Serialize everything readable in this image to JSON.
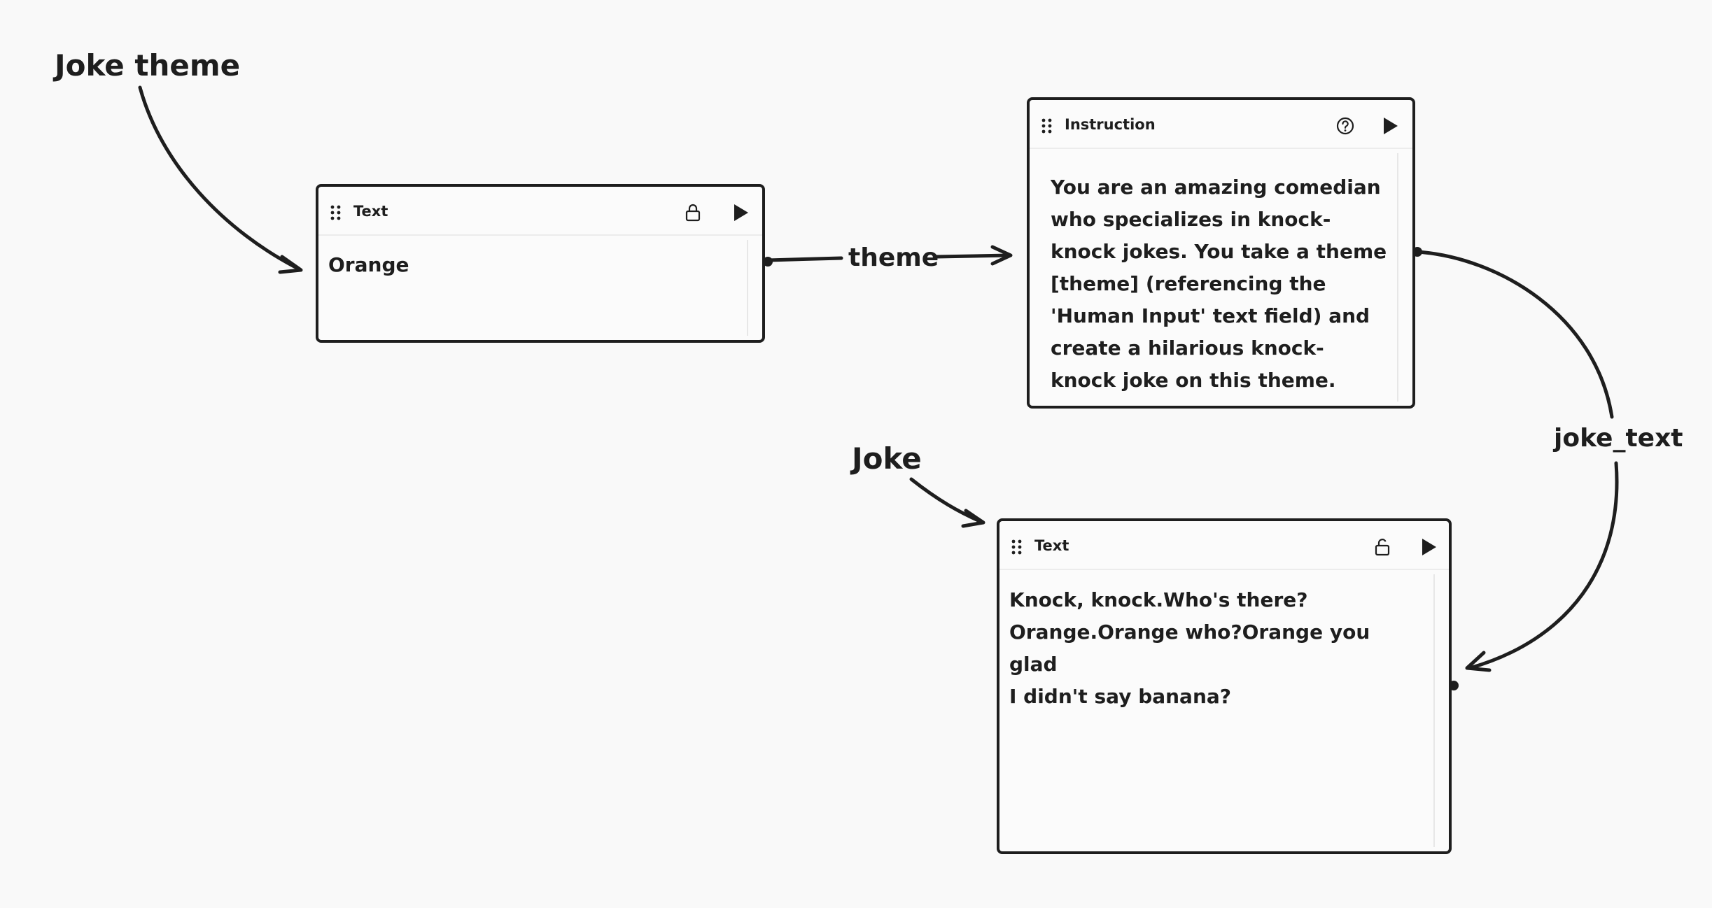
{
  "annotations": {
    "joke_theme": "Joke theme",
    "joke": "Joke"
  },
  "nodes": {
    "text_input": {
      "title": "Text",
      "content": "Orange"
    },
    "instruction": {
      "title": "Instruction",
      "content": "You are an amazing comedian\nwho specializes in knock-\nknock jokes. You take a theme\n[theme] (referencing the\n'Human Input' text field) and\ncreate a hilarious knock-\nknock joke on this theme."
    },
    "text_output": {
      "title": "Text",
      "content": "Knock, knock.Who's there?\nOrange.Orange who?Orange you glad\nI didn't say banana?"
    }
  },
  "edges": {
    "theme_label": "theme",
    "joke_text_label": "joke_text"
  },
  "icons": {
    "drag": "drag-handle-icon",
    "lock": "lock-icon",
    "unlock": "unlock-icon",
    "help": "help-icon",
    "play": "play-icon"
  },
  "colors": {
    "ink": "#1e1e1e",
    "background": "#f9f9f9",
    "node_fill": "#fbfbfb"
  }
}
